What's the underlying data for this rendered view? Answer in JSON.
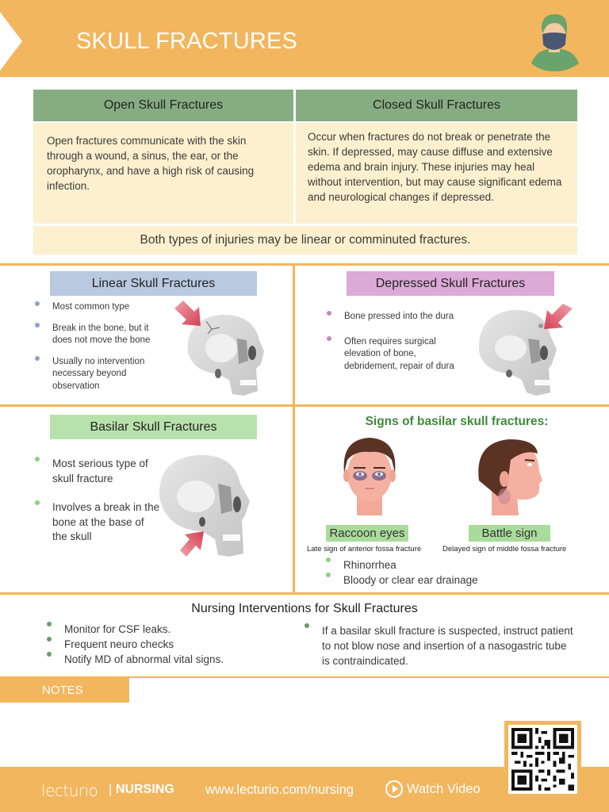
{
  "header": {
    "title": "SKULL FRACTURES",
    "icon": "masked-nurse-avatar-icon"
  },
  "comparison_table": {
    "columns": [
      {
        "heading": "Open Skull Fractures",
        "body": "Open fractures communicate with the skin through a wound, a sinus, the ear, or the oropharynx, and have a high risk of causing infection."
      },
      {
        "heading": "Closed Skull Fractures",
        "body": "Occur when fractures do not break or penetrate the skin. If depressed, may cause diffuse and extensive edema and brain injury. These injuries may heal without intervention, but may cause significant edema and neurological changes if depressed."
      }
    ],
    "footer_note": "Both types of injuries may be linear or comminuted fractures."
  },
  "linear": {
    "title": "Linear Skull Fractures",
    "bullets": [
      "Most common type",
      "Break in the bone, but it does not move the bone",
      "Usually no intervention necessary beyond observation"
    ],
    "image": "skull-linear-fracture-icon"
  },
  "depressed": {
    "title": "Depressed Skull Fractures",
    "bullets": [
      "Bone pressed into the dura",
      "Often requires surgical elevation of bone, debridement, repair of dura"
    ],
    "image": "skull-depressed-fracture-icon"
  },
  "basilar": {
    "title": "Basilar Skull Fractures",
    "bullets": [
      "Most serious type of skull fracture",
      "Involves a break in the bone at the base of the skull"
    ],
    "image": "skull-basilar-fracture-icon"
  },
  "signs": {
    "title": "Signs of basilar skull fractures:",
    "items": [
      {
        "label": "Raccoon eyes",
        "caption": "Late sign of anterior fossa fracture",
        "image": "raccoon-eyes-face-icon"
      },
      {
        "label": "Battle sign",
        "caption": "Delayed sign of middle fossa fracture",
        "image": "battle-sign-profile-icon"
      }
    ],
    "bullets": [
      "Rhinorrhea",
      "Bloody or clear ear drainage"
    ]
  },
  "nursing": {
    "title": "Nursing Interventions for Skull Fractures",
    "left_bullets": [
      "Monitor for CSF leaks.",
      "Frequent neuro checks",
      "Notify MD of abnormal vital signs."
    ],
    "right_bullets": [
      "If a basilar skull fracture is suspected, instruct patient to not blow nose and insertion of a nasogastric tube is contraindicated."
    ]
  },
  "notes": {
    "label": "NOTES"
  },
  "footer": {
    "logo": "lecturio",
    "separator": "|",
    "brand": "NURSING",
    "url": "www.lecturio.com/nursing",
    "watch_label": "Watch Video",
    "qr": "qr-code"
  },
  "colors": {
    "accent_orange": "#f2b65e",
    "table_header_green": "#86ad82",
    "table_cell_cream": "#fdf0cf",
    "linear_blue": "#b9c9e0",
    "depressed_pink": "#dcaad6",
    "basilar_green": "#b8e2ab",
    "signs_title_green": "#3f8a3b",
    "arrow_red": "#d9485a"
  }
}
